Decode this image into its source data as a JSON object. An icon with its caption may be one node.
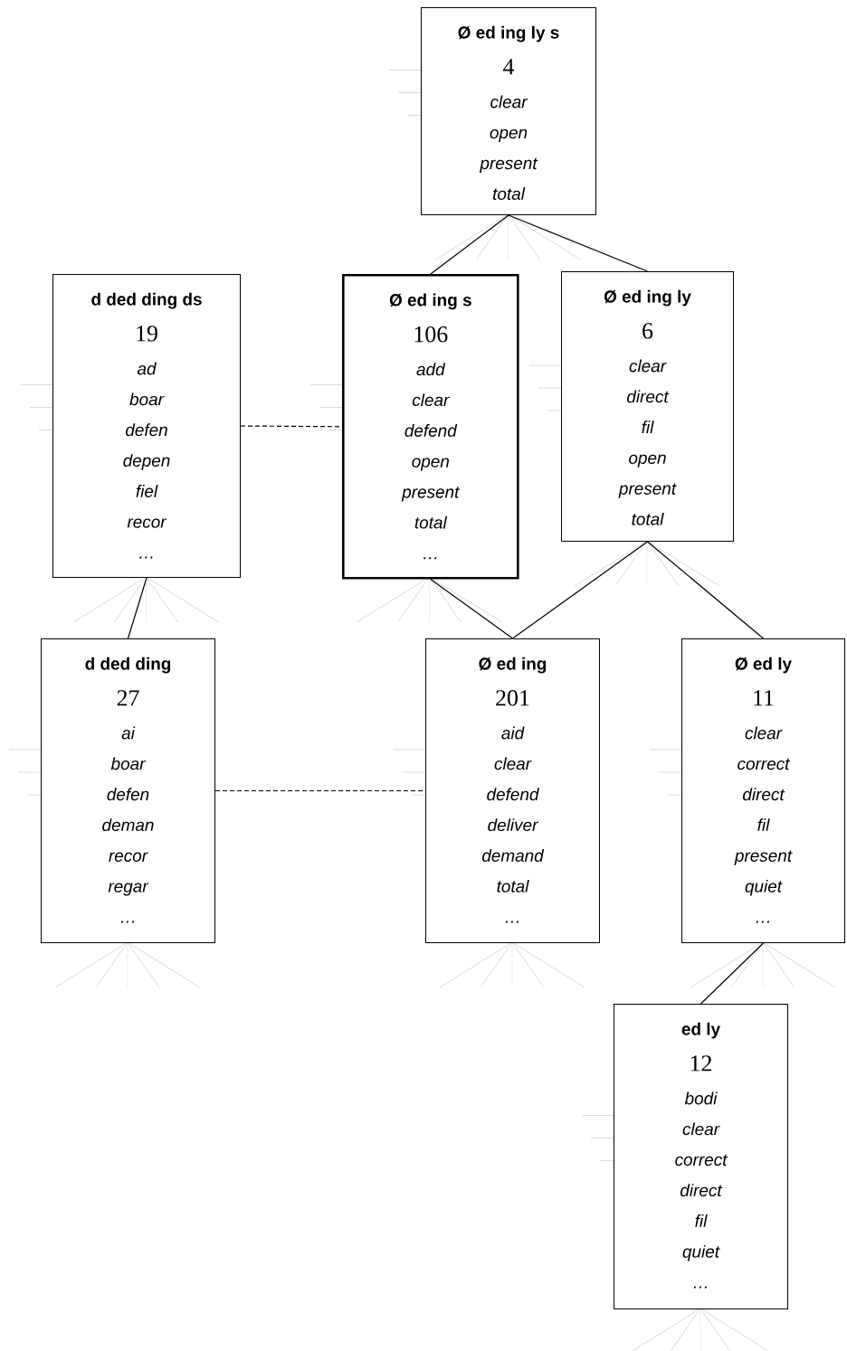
{
  "diagram": {
    "nodes": [
      {
        "text": [
          "Ø ed ing ly s",
          "4",
          "clear",
          "open",
          "present",
          "total"
        ]
      },
      {
        "text": [
          "d ded ding ds",
          "19",
          "ad",
          "boar",
          "defen",
          "depen",
          "fiel",
          "recor",
          "…"
        ]
      },
      {
        "text": [
          "Ø ed ing s",
          "106",
          "add",
          "clear",
          "defend",
          "open",
          "present",
          "total",
          "…"
        ]
      },
      {
        "text": [
          "Ø ed ing ly",
          "6",
          "clear",
          "direct",
          "fil",
          "open",
          "present",
          "total"
        ]
      },
      {
        "text": [
          "d ded ding",
          "27",
          "ai",
          "boar",
          "defen",
          "deman",
          "recor",
          "regar",
          "…"
        ]
      },
      {
        "text": [
          "Ø ed ing",
          "201",
          "aid",
          "clear",
          "defend",
          "deliver",
          "demand",
          "total",
          "…"
        ]
      },
      {
        "text": [
          "Ø ed ly",
          "11",
          "clear",
          "correct",
          "direct",
          "fil",
          "present",
          "quiet",
          "…"
        ]
      },
      {
        "text": [
          "ed ly",
          "12",
          "bodi",
          "clear",
          "correct",
          "direct",
          "fil",
          "quiet",
          "…"
        ]
      }
    ],
    "edges": [
      {
        "from": 0,
        "to": 2,
        "arrow": "none"
      },
      {
        "from": 0,
        "to": 3,
        "arrow": "none"
      },
      {
        "from": 1,
        "to": 2,
        "arrow": "none",
        "style": "dashed"
      },
      {
        "from": 1,
        "to": 4,
        "arrow": "none"
      },
      {
        "from": 2,
        "to": 5,
        "arrow": "none"
      },
      {
        "from": 3,
        "to": 5,
        "arrow": "none"
      },
      {
        "from": 3,
        "to": 6,
        "arrow": "none"
      },
      {
        "from": 4,
        "to": 5,
        "arrow": "none",
        "style": "dashed"
      },
      {
        "from": 6,
        "to": 7,
        "arrow": "none"
      }
    ]
  }
}
